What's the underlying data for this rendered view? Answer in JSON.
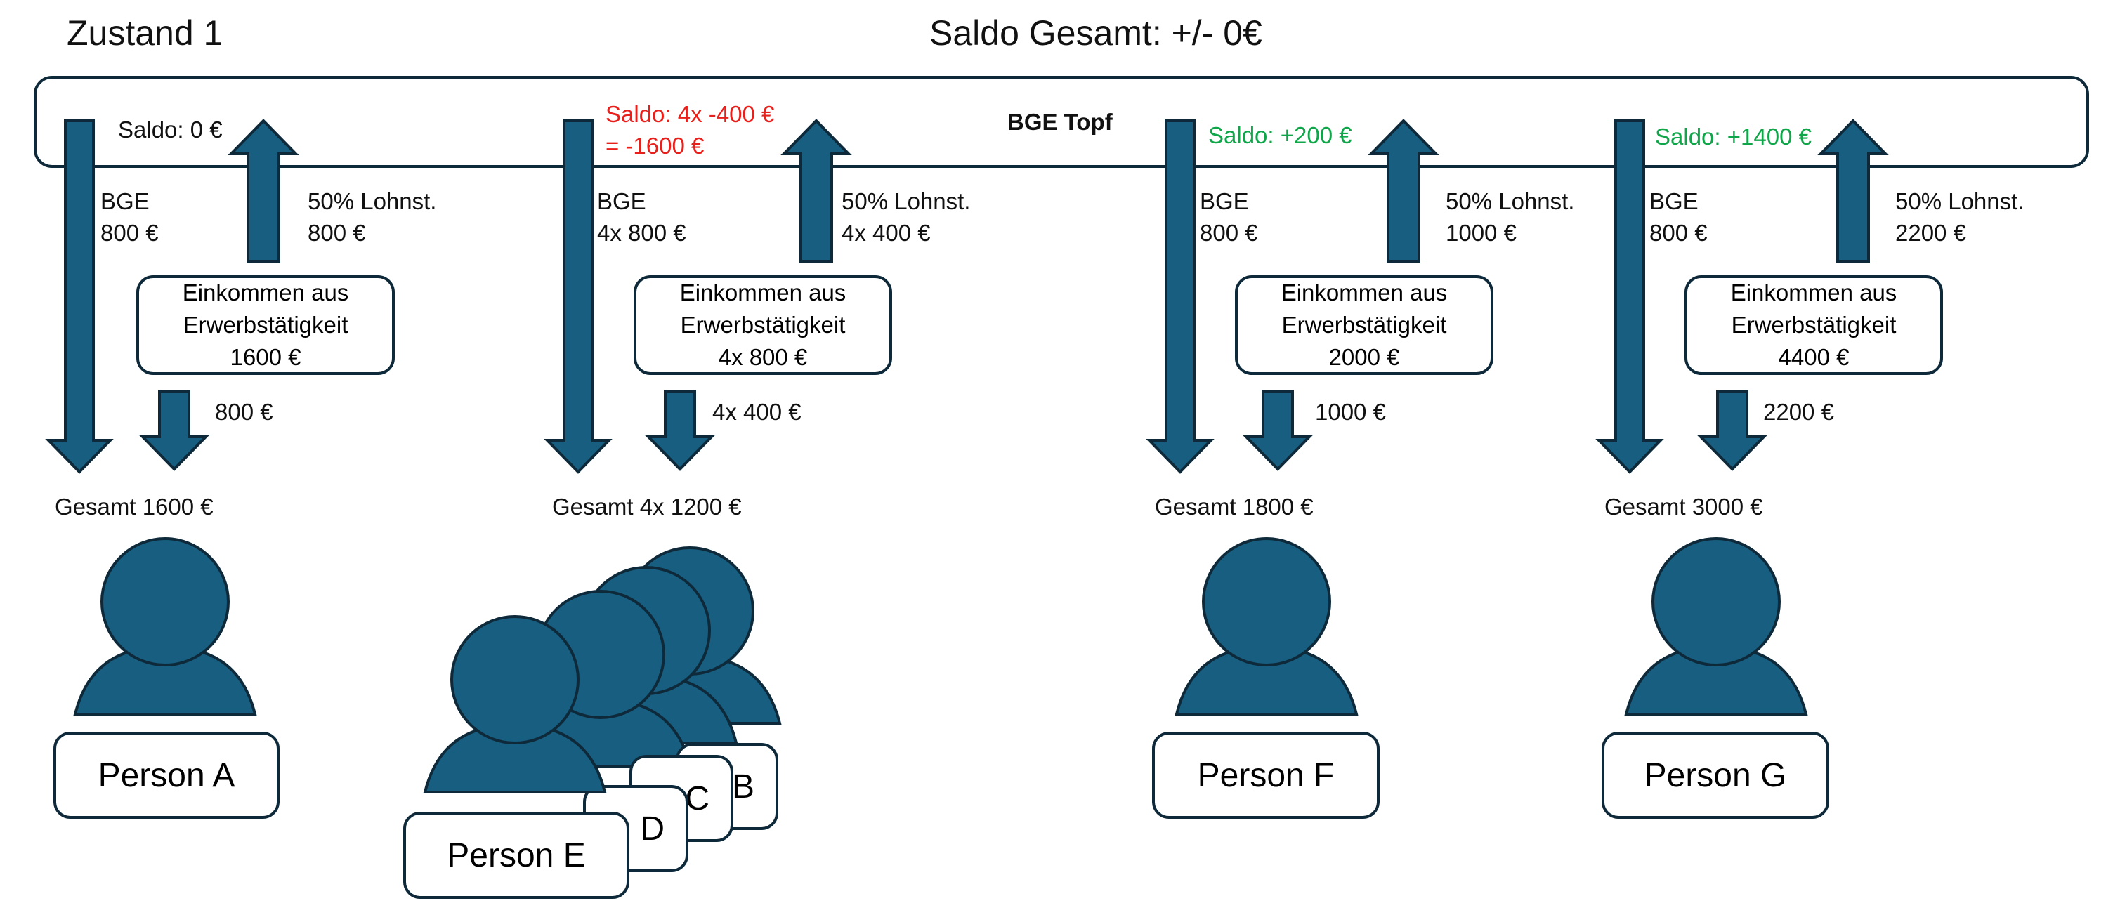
{
  "header": {
    "state": "Zustand 1",
    "total_balance": "Saldo Gesamt: +/- 0€"
  },
  "pot": {
    "label": "BGE Topf"
  },
  "colors": {
    "arrow": "#175e80",
    "outline": "#0e2a3a",
    "negative": "#e8201c",
    "positive": "#0fa64a"
  },
  "groups": [
    {
      "saldo": "Saldo: 0 €",
      "saldo_status": "neutral",
      "bge_label": "BGE",
      "bge_amount": "800 €",
      "tax_label": "50% Lohnst.",
      "tax_amount": "800 €",
      "income_line1": "Einkommen aus",
      "income_line2": "Erwerbstätigkeit",
      "income_amount": "1600 €",
      "net_amount": "800 €",
      "total": "Gesamt 1600 €",
      "person": "Person A"
    },
    {
      "saldo": "Saldo: 4x -400 €",
      "saldo_line2": "= -1600 €",
      "saldo_status": "negative",
      "bge_label": "BGE",
      "bge_amount": "4x 800 €",
      "tax_label": "50% Lohnst.",
      "tax_amount": "4x 400 €",
      "income_line1": "Einkommen aus",
      "income_line2": "Erwerbstätigkeit",
      "income_amount": "4x 800 €",
      "net_amount": "4x 400 €",
      "total": "Gesamt 4x 1200 €",
      "person": "Person E",
      "stack_letters": [
        "B",
        "C",
        "D"
      ]
    },
    {
      "saldo": "Saldo: +200 €",
      "saldo_status": "positive",
      "bge_label": "BGE",
      "bge_amount": "800 €",
      "tax_label": "50% Lohnst.",
      "tax_amount": "1000 €",
      "income_line1": "Einkommen aus",
      "income_line2": "Erwerbstätigkeit",
      "income_amount": "2000 €",
      "net_amount": "1000 €",
      "total": "Gesamt 1800 €",
      "person": "Person F"
    },
    {
      "saldo": "Saldo: +1400 €",
      "saldo_status": "positive",
      "bge_label": "BGE",
      "bge_amount": "800 €",
      "tax_label": "50% Lohnst.",
      "tax_amount": "2200 €",
      "income_line1": "Einkommen aus",
      "income_line2": "Erwerbstätigkeit",
      "income_amount": "4400 €",
      "net_amount": "2200 €",
      "total": "Gesamt 3000 €",
      "person": "Person G"
    }
  ]
}
